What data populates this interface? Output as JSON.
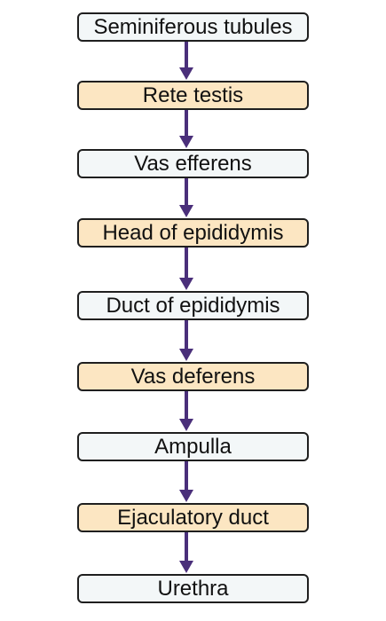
{
  "colors": {
    "highlight_fill": "#FCE6C2",
    "plain_fill": "#F3F7F8",
    "border": "#1F1F1F",
    "arrow": "#4A2F7A"
  },
  "diagram": {
    "steps": [
      {
        "label": "Seminiferous tubules",
        "style": "plain"
      },
      {
        "label": "Rete testis",
        "style": "highlight"
      },
      {
        "label": "Vas efferens",
        "style": "plain"
      },
      {
        "label": "Head of epididymis",
        "style": "highlight"
      },
      {
        "label": "Duct of epididymis",
        "style": "plain"
      },
      {
        "label": "Vas deferens",
        "style": "highlight"
      },
      {
        "label": "Ampulla",
        "style": "plain"
      },
      {
        "label": "Ejaculatory duct",
        "style": "highlight"
      },
      {
        "label": "Urethra",
        "style": "plain"
      }
    ]
  }
}
